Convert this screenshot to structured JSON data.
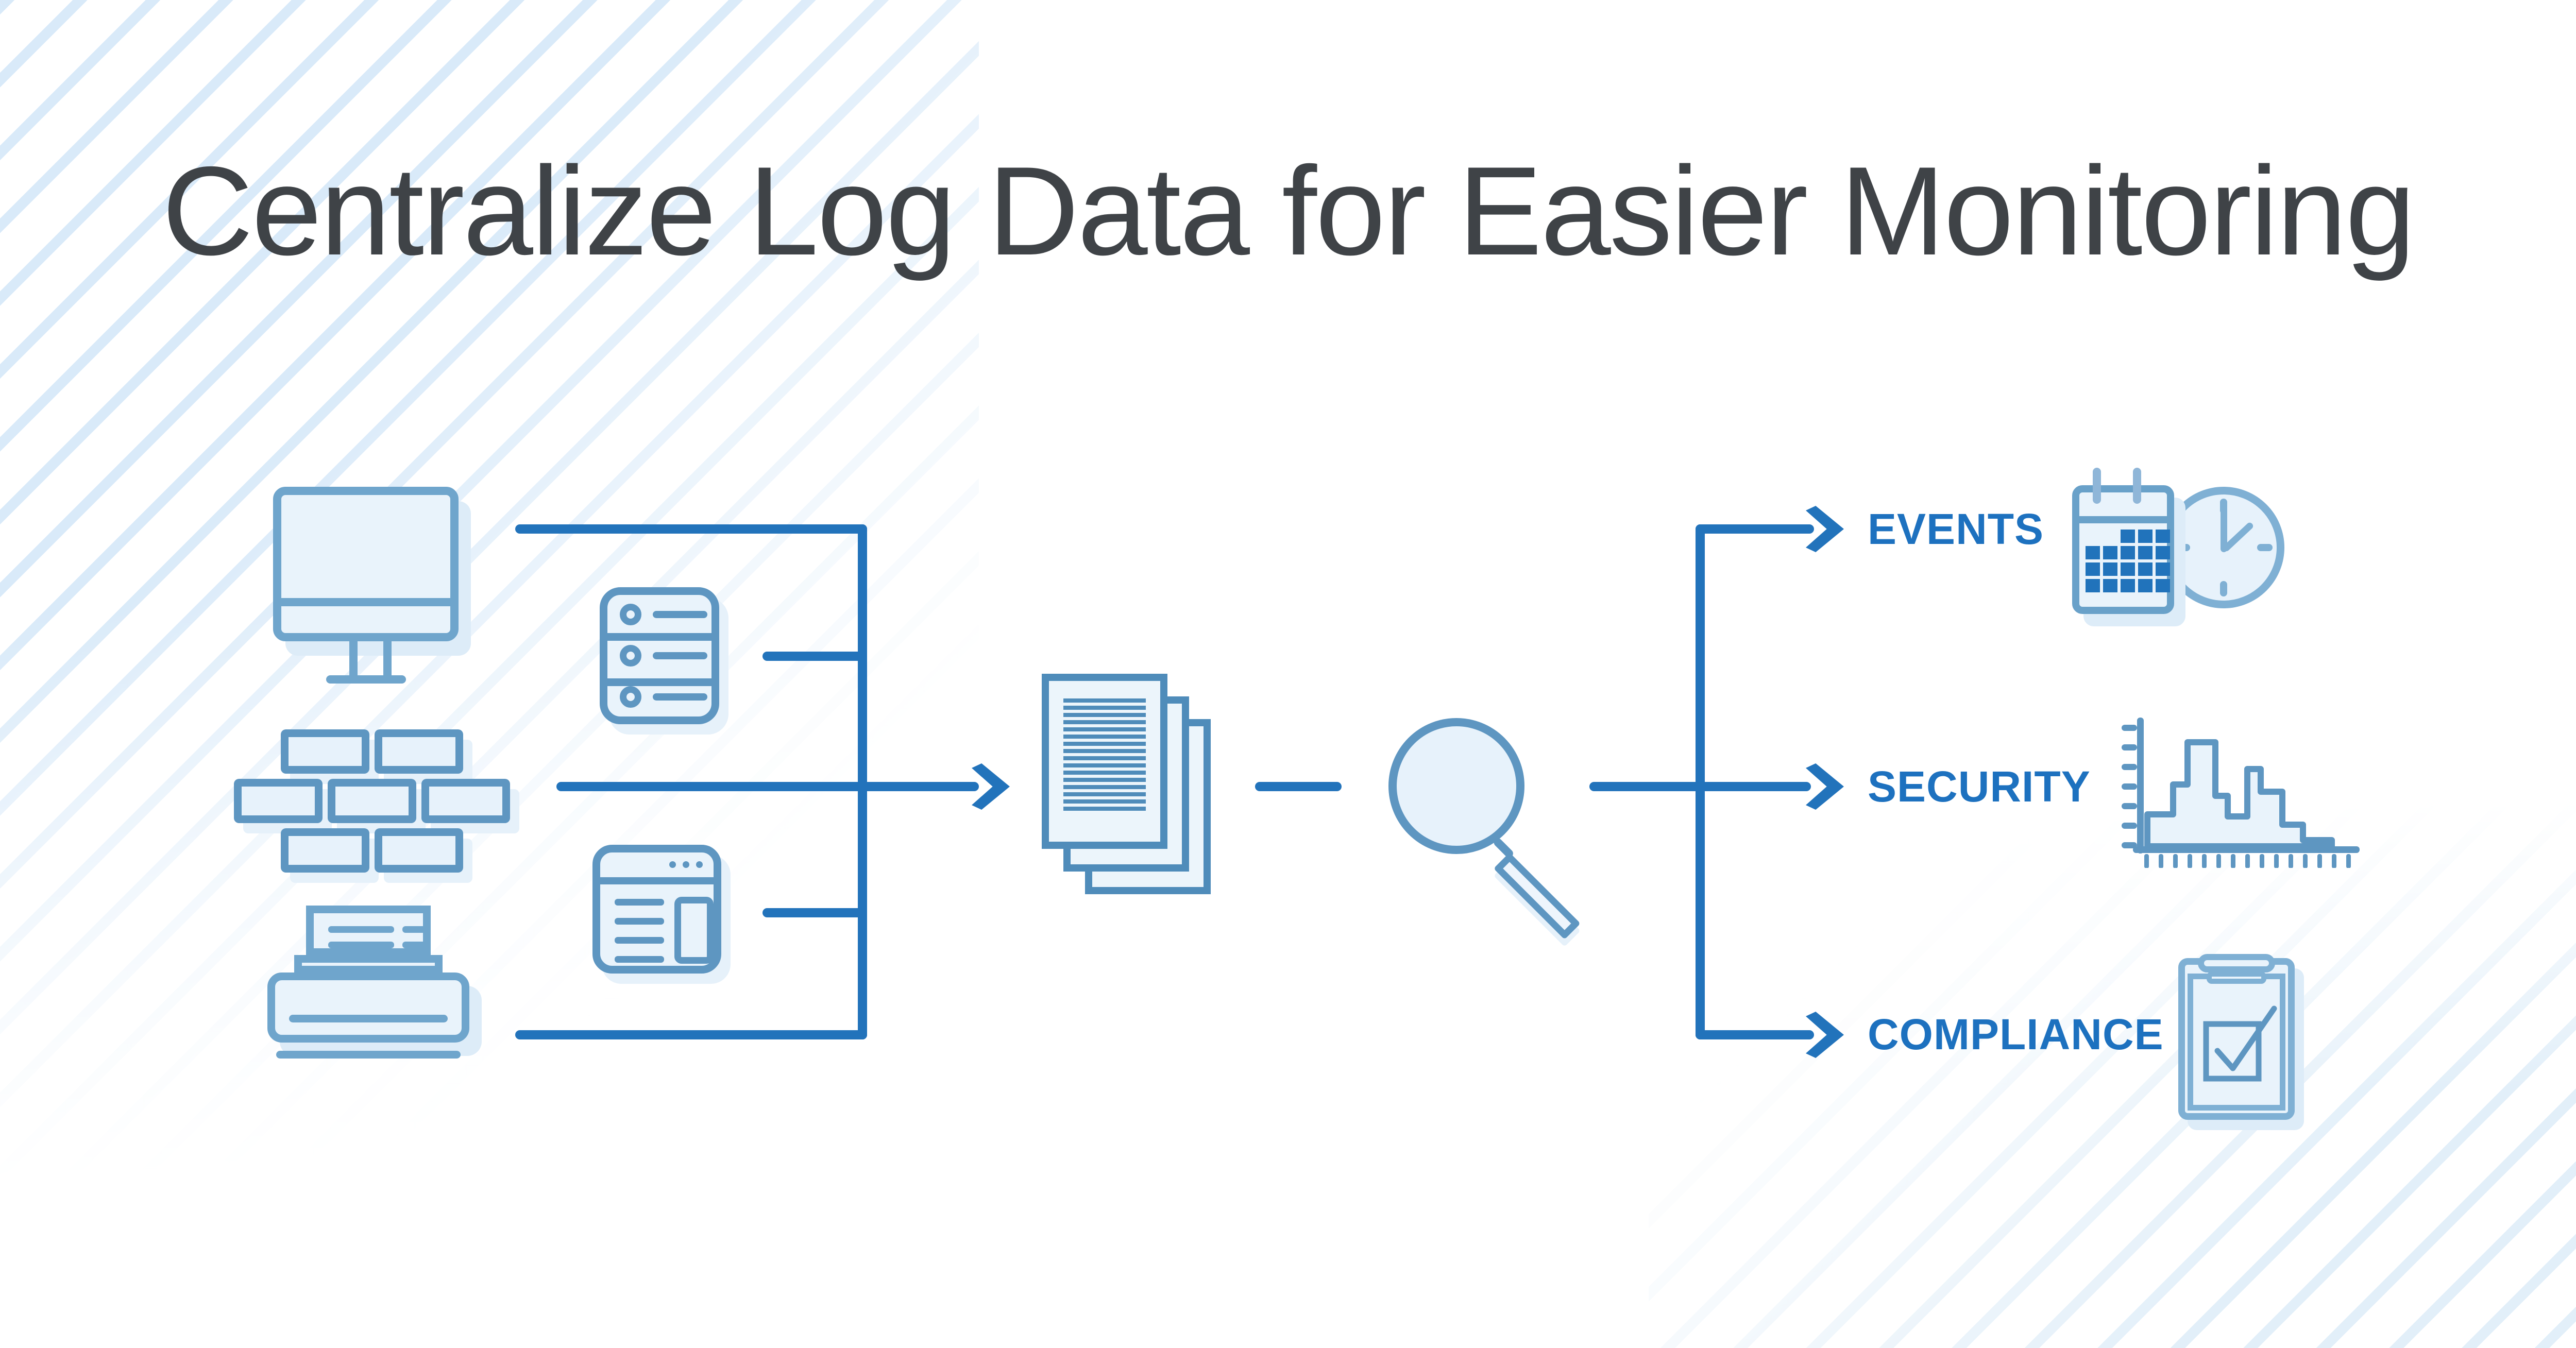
{
  "title": "Centralize Log Data for Easier Monitoring",
  "flow": {
    "sources": [
      "desktop computer",
      "firewall",
      "printer",
      "server",
      "web application"
    ],
    "center": [
      "log documents",
      "search magnifier"
    ],
    "outputs": [
      {
        "label": "EVENTS",
        "icon": "calendar-clock"
      },
      {
        "label": "SECURITY",
        "icon": "area-chart"
      },
      {
        "label": "COMPLIANCE",
        "icon": "clipboard-check"
      }
    ]
  },
  "icons": {
    "events_calendar_grid": [
      [
        0,
        0,
        1,
        1,
        1
      ],
      [
        1,
        1,
        1,
        1,
        1
      ],
      [
        1,
        1,
        1,
        1,
        1
      ],
      [
        1,
        1,
        1,
        1,
        1
      ]
    ]
  },
  "colors": {
    "accent_blue": "#2273bb",
    "label_blue": "#1d71bf",
    "icon_stroke": "#5e96c1",
    "icon_stroke_light": "#7fb0d4",
    "icon_fill": "#e9f3fb",
    "icon_shadow": "#ddecf8",
    "title_gray": "#3f4347",
    "calendar_cell": "#2173bb"
  }
}
